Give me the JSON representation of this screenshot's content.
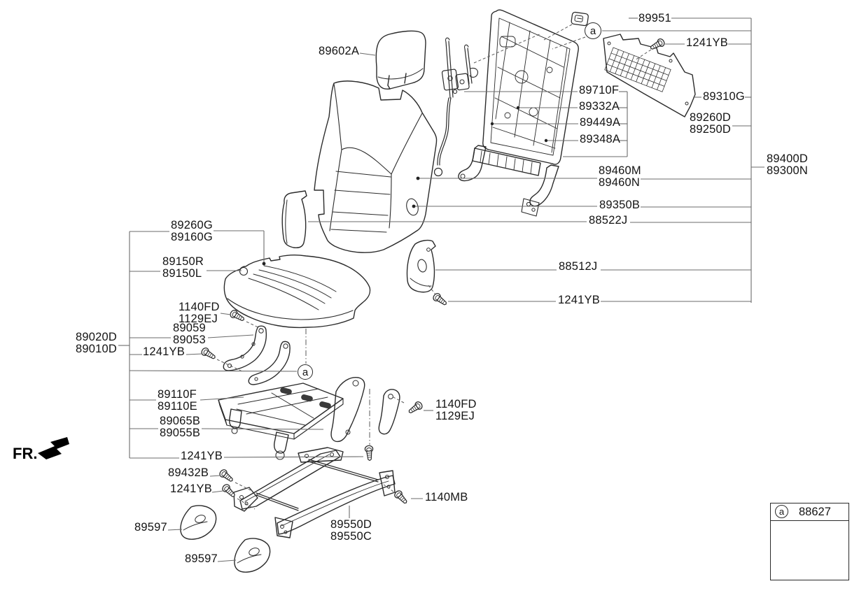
{
  "diagram": {
    "fr_label": "FR.",
    "callout_letter": "a",
    "legend": {
      "letter": "a",
      "code": "88627"
    },
    "labels": {
      "p89951": "89951",
      "p1241yb_a": "1241YB",
      "p89310g": "89310G",
      "p89260d_89250d": "89260D\n89250D",
      "p89400d_89300n": "89400D\n89300N",
      "p89710f": "89710F",
      "p89332a": "89332A",
      "p89449a": "89449A",
      "p89348a": "89348A",
      "p89460m_n": "89460M\n89460N",
      "p89350b": "89350B",
      "p88522j": "88522J",
      "p88512j": "88512J",
      "p1241yb_b": "1241YB",
      "p89602a": "89602A",
      "p89260g_89160g": "89260G\n89160G",
      "p89150r_l": "89150R\n89150L",
      "p1140fd_1129ej_a": "1140FD\n1129EJ",
      "p89059_89053": "89059\n89053",
      "p89020d_89010d": "89020D\n89010D",
      "p1241yb_c": "1241YB",
      "p89110f_e": "89110F\n89110E",
      "p89065b_89055b": "89065B\n89055B",
      "p1241yb_d": "1241YB",
      "p89432b": "89432B",
      "p1241yb_e": "1241YB",
      "p89597_a": "89597",
      "p89597_b": "89597",
      "p89550d_c": "89550D\n89550C",
      "p1140mb": "1140MB",
      "p1140fd_1129ej_b": "1140FD\n1129EJ"
    }
  }
}
